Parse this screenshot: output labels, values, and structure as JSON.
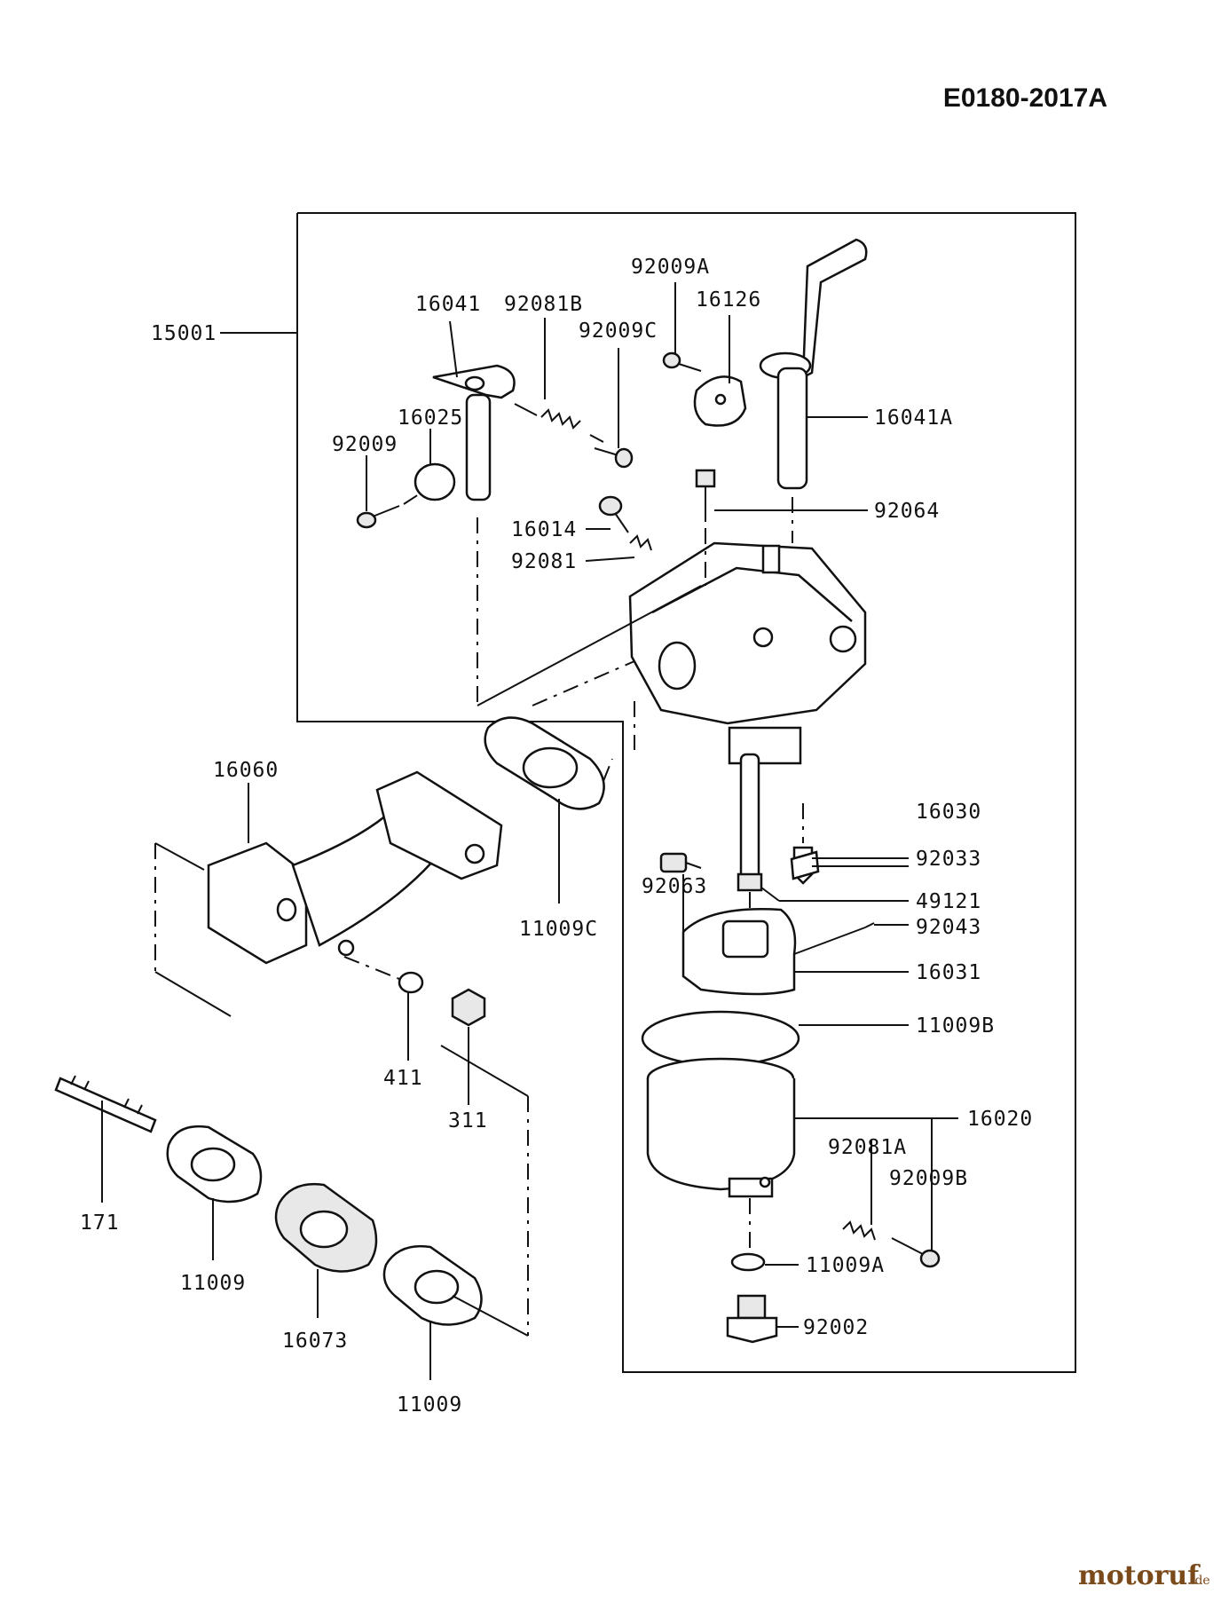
{
  "diagram": {
    "reference_code": "E0180-2017A",
    "watermark": {
      "brand": "motoruf",
      "suffix": ".de"
    },
    "part_labels": [
      "15001",
      "16041",
      "92081B",
      "92009A",
      "16126",
      "92009C",
      "16041A",
      "16025",
      "92009",
      "92064",
      "16014",
      "92081",
      "16060",
      "11009C",
      "16030",
      "92033",
      "92063",
      "49121",
      "92043",
      "16031",
      "11009B",
      "411",
      "311",
      "16020",
      "92081A",
      "92009B",
      "171",
      "11009A",
      "11009",
      "16073",
      "92002",
      "11009"
    ]
  }
}
